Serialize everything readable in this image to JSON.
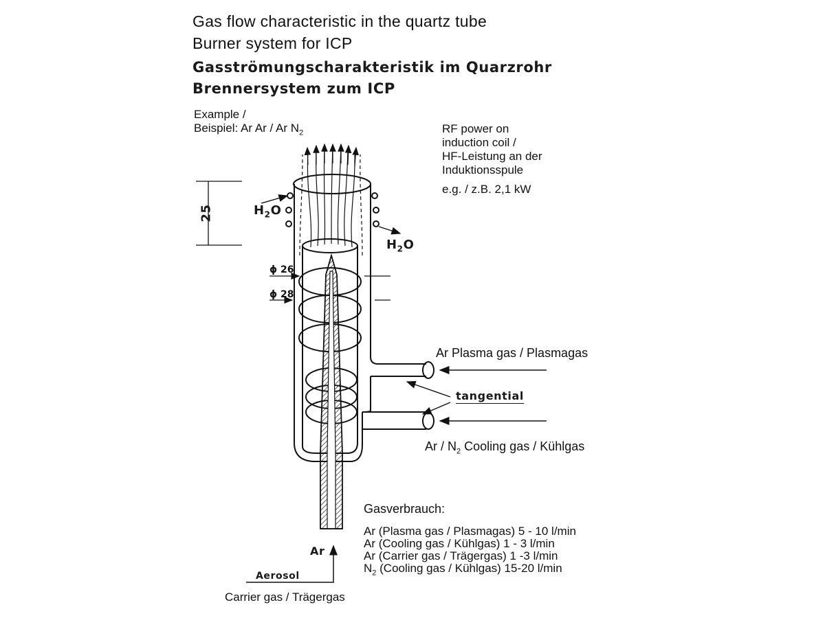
{
  "titles": {
    "line1": "Gas flow characteristic in the quartz tube",
    "line2": "Burner system for ICP",
    "line3": "Gasströmungscharakteristik im Quarzrohr",
    "line4": "Brennersystem zum ICP"
  },
  "example": {
    "line1": "Example /",
    "line2_prefix": "Beispiel:  Ar Ar / Ar N",
    "line2_sub": "2"
  },
  "rf": {
    "line1": "RF power on",
    "line2": "induction coil /",
    "line3": "HF-Leistung an der",
    "line4": "Induktionsspule",
    "line5": "e.g. / z.B.  2,1 kW"
  },
  "diagram": {
    "dimension_25": "25",
    "water_in": "H",
    "water_in_sub": "2",
    "water_in_suffix": "O",
    "water_out": "H",
    "water_out_sub": "2",
    "water_out_suffix": "O",
    "diam_26": "ϕ 26",
    "diam_28": "ϕ 28",
    "tangential": "tangential",
    "ar_label": "Ar",
    "aerosol": "Aerosol"
  },
  "labels": {
    "plasma_gas": "Ar Plasma gas / Plasmagas",
    "cooling_gas_prefix": "Ar / N",
    "cooling_gas_sub": "2",
    "cooling_gas_suffix": " Cooling gas / Kühlgas",
    "carrier_gas": "Carrier gas / Trägergas"
  },
  "consumption": {
    "heading": "Gasverbrauch:",
    "line1": "Ar (Plasma gas / Plasmagas) 5 - 10 l/min",
    "line2": "Ar (Cooling gas / Kühlgas) 1 - 3 l/min",
    "line3": "Ar (Carrier gas / Trägergas) 1 -3 l/min",
    "line4_prefix": "N",
    "line4_sub": "2",
    "line4_suffix": " (Cooling gas / Kühlgas) 15-20 l/min"
  }
}
